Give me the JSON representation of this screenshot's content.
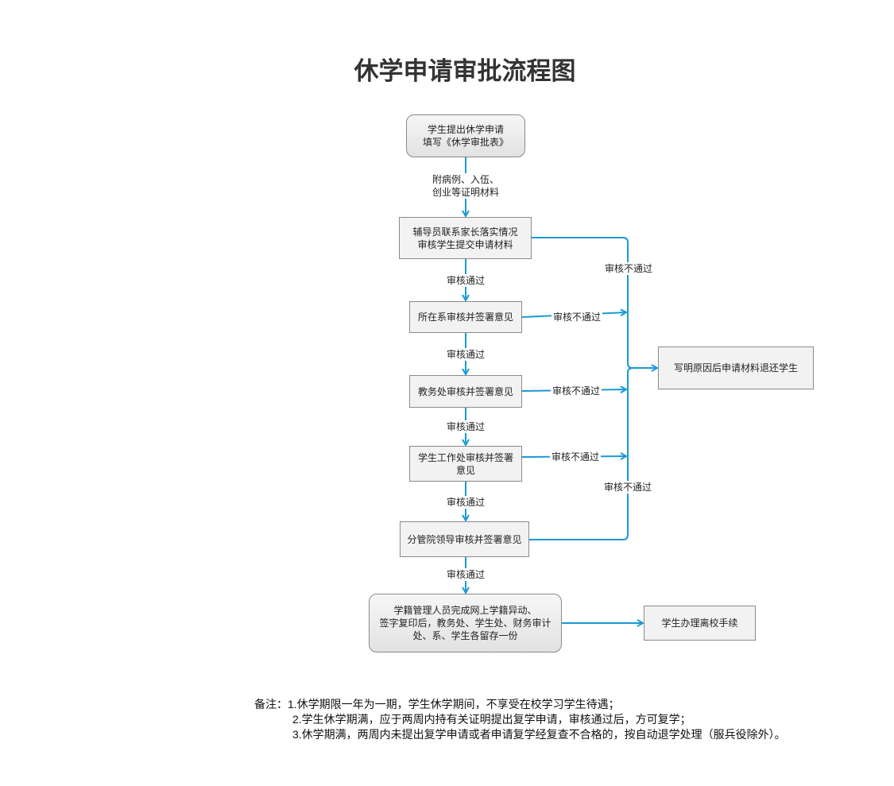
{
  "title": "休学申请审批流程图",
  "nodes": {
    "start": [
      "学生提出休学申请",
      "填写《休学审批表》"
    ],
    "counselor": [
      "辅导员联系家长落实情况",
      "审核学生提交申请材料"
    ],
    "dept": "所在系审核并签署意见",
    "academic": "教务处审核并签署意见",
    "student_affairs": [
      "学生工作处审核并签署",
      "意见"
    ],
    "leader": "分管院领导审核并签署意见",
    "registry": [
      "学籍管理人员完成网上学籍异动、",
      "签字复印后，教务处、学生处、财务审计",
      "处、系、学生各留存一份"
    ],
    "return": "写明原因后申请材料退还学生",
    "leave": "学生办理离校手续"
  },
  "labels": {
    "attach": [
      "附病例、入伍、",
      "创业等证明材料"
    ],
    "pass": "审核通过",
    "fail": "审核不通过"
  },
  "notes": {
    "prefix": "备注：",
    "items": [
      "1.休学期限一年为一期，学生休学期间，不享受在校学习学生待遇；",
      "2.学生休学期满，应于两周内持有关证明提出复学申请，审核通过后，方可复学；",
      "3.休学期满，两周内未提出复学申请或者申请复学经复查不合格的，按自动退学处理（服兵役除外）。"
    ]
  },
  "colors": {
    "connector": "#1a9ad6"
  }
}
